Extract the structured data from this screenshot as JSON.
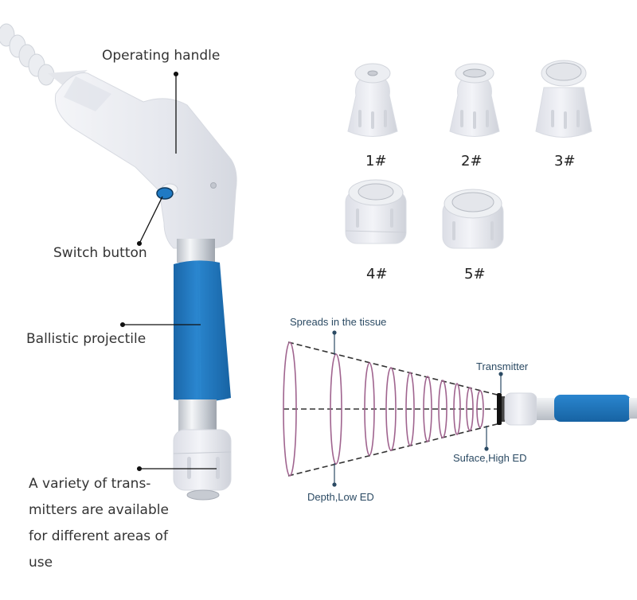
{
  "handpiece_labels": {
    "operating_handle": "Operating handle",
    "switch_button": "Switch button",
    "ballistic_projectile": "Ballistic projectile",
    "transmitters_note": [
      "A variety of trans-",
      "mitters are available",
      "for different areas of",
      "use"
    ]
  },
  "transmitters": [
    {
      "label": "1#"
    },
    {
      "label": "2#"
    },
    {
      "label": "3#"
    },
    {
      "label": "4#"
    },
    {
      "label": "5#"
    }
  ],
  "wave_diagram": {
    "spreads_label": "Spreads in the tissue",
    "transmitter_label": "Transmitter",
    "depth_label": "Depth,Low ED",
    "surface_label": "Suface,High ED"
  },
  "colors": {
    "handle_white": "#eceef2",
    "grip_blue": "#1f7ac4",
    "metal": "#c9ced4",
    "wave_pink": "#a0648f",
    "diagram_text": "#2b4a63",
    "leader_line": "#111111"
  }
}
